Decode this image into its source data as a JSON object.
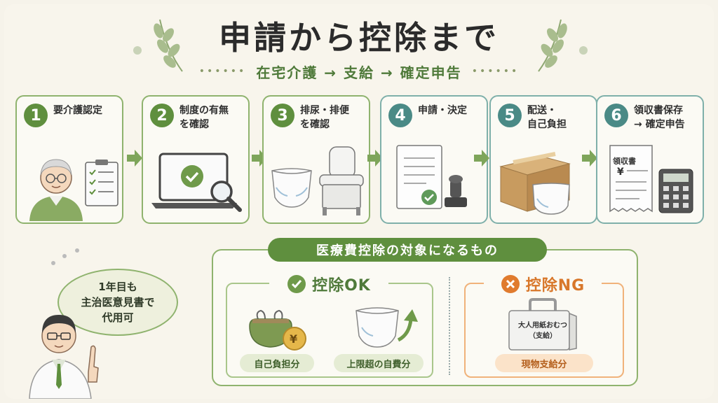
{
  "title": "申請から控除まで",
  "subtitle": "在宅介護 → 支給 → 確定申告",
  "steps": [
    {
      "num": "1",
      "label": "要介護認定",
      "theme": "green"
    },
    {
      "num": "2",
      "label": "制度の有無\nを確認",
      "theme": "green"
    },
    {
      "num": "3",
      "label": "排尿・排便\nを確認",
      "theme": "green"
    },
    {
      "num": "4",
      "label": "申請・決定",
      "theme": "teal"
    },
    {
      "num": "5",
      "label": "配送・\n自己負担",
      "theme": "teal"
    },
    {
      "num": "6",
      "label": "領収書保存\n→ 確定申告",
      "theme": "teal"
    }
  ],
  "receipt_label": "領収書",
  "yen_symbol": "¥",
  "doctor_bubble": "1年目も\n主治医意見書で\n代用可",
  "deduction_panel": {
    "title": "医療費控除の対象になるもの",
    "ok": {
      "heading": "控除OK",
      "items": [
        "自己負担分",
        "上限超の自費分"
      ]
    },
    "ng": {
      "heading": "控除NG",
      "box_label": "大人用紙おむつ\n（支給）",
      "items": [
        "現物支給分"
      ]
    }
  },
  "colors": {
    "green": "#5f8f3e",
    "teal": "#4a8a86",
    "orange": "#d8772a",
    "background": "#f6f3ea"
  }
}
